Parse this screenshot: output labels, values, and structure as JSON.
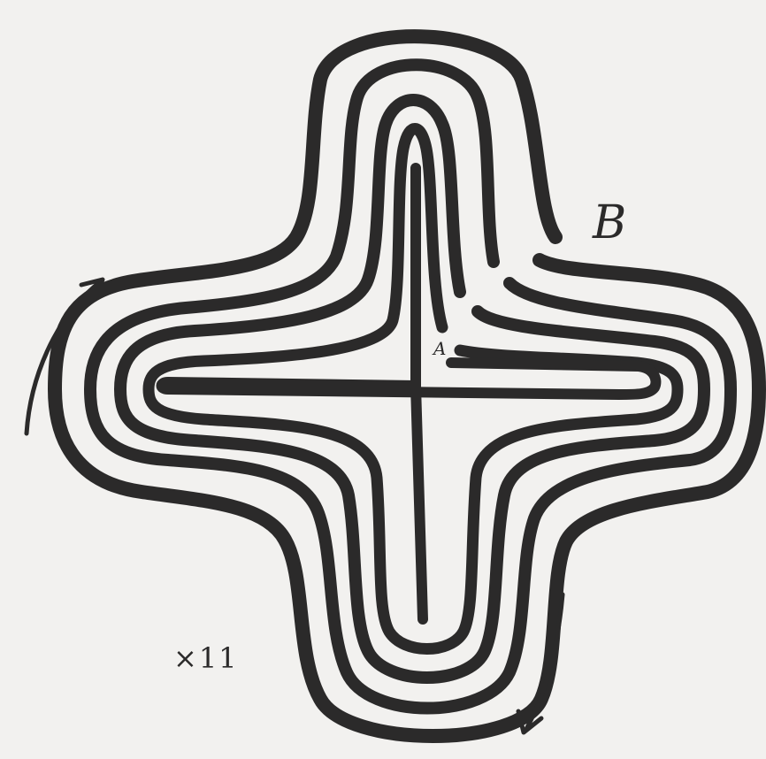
{
  "labels": {
    "start": "B",
    "center": "A",
    "figure": "×11"
  },
  "colors": {
    "ink": "#2b2a2a",
    "paper": "#f2f1ef"
  }
}
